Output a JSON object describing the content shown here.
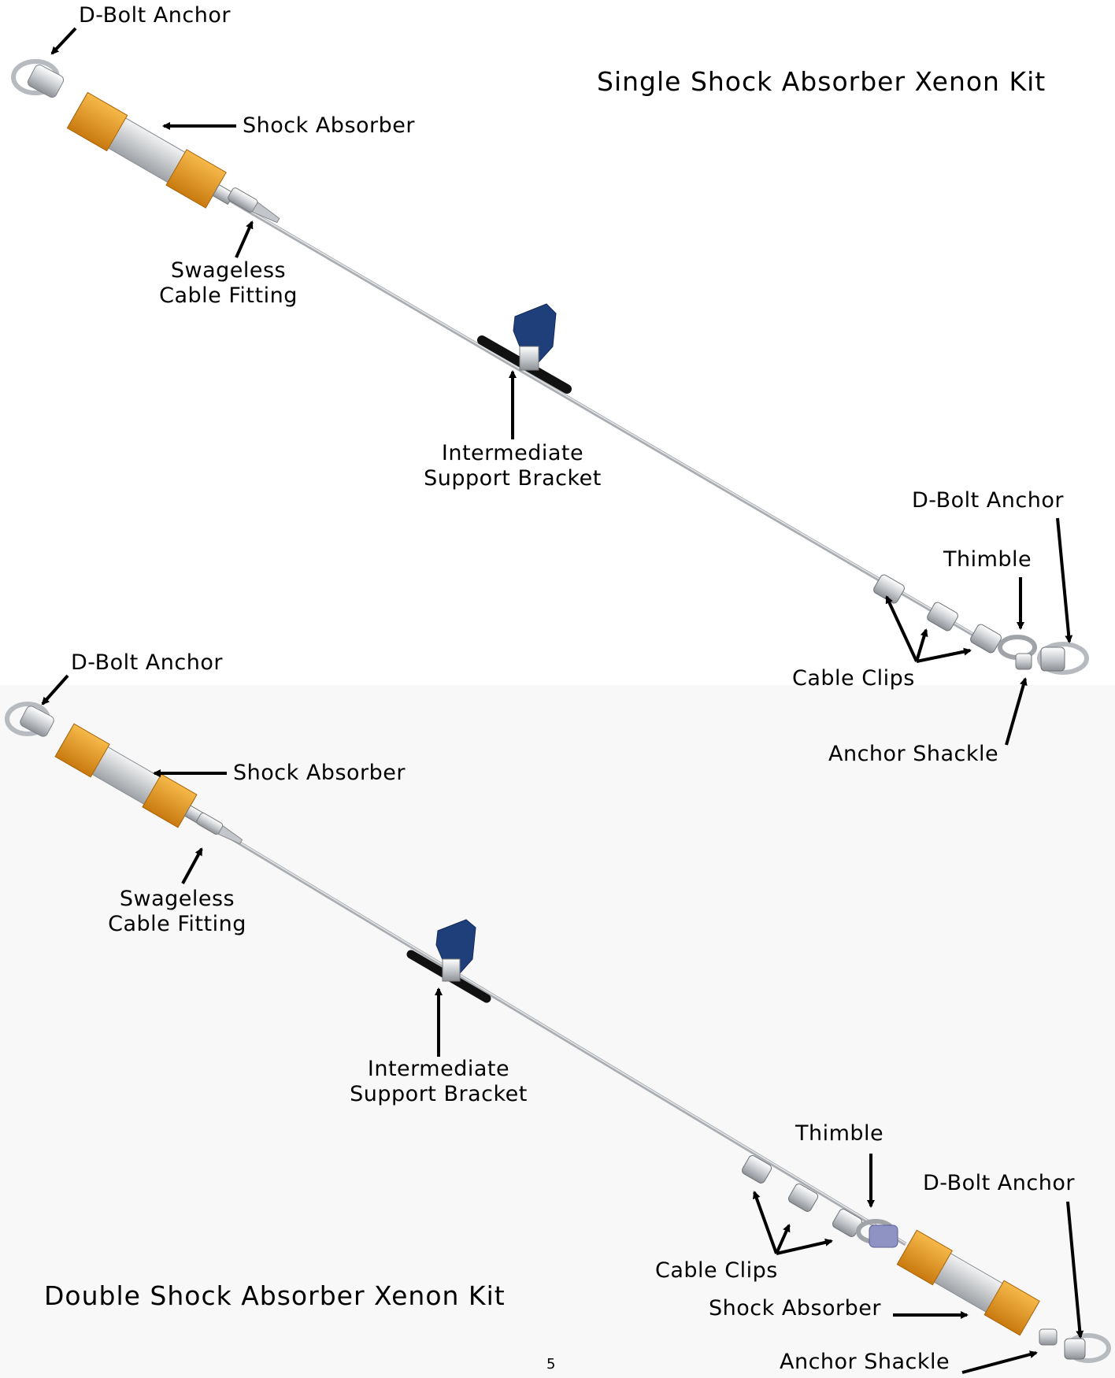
{
  "diagrams": [
    {
      "title": "Single Shock Absorber Xenon Kit",
      "labels": {
        "d_bolt_anchor_left": "D-Bolt Anchor",
        "shock_absorber": "Shock Absorber",
        "swageless_line1": "Swageless",
        "swageless_line2": "Cable Fitting",
        "bracket_line1": "Intermediate",
        "bracket_line2": "Support Bracket",
        "d_bolt_anchor_right": "D-Bolt Anchor",
        "thimble": "Thimble",
        "cable_clips": "Cable Clips",
        "anchor_shackle": "Anchor Shackle"
      }
    },
    {
      "title": "Double Shock Absorber Xenon Kit",
      "labels": {
        "d_bolt_anchor_left": "D-Bolt Anchor",
        "shock_absorber": "Shock Absorber",
        "swageless_line1": "Swageless",
        "swageless_line2": "Cable Fitting",
        "bracket_line1": "Intermediate",
        "bracket_line2": "Support Bracket",
        "thimble": "Thimble",
        "d_bolt_anchor_right": "D-Bolt Anchor",
        "cable_clips": "Cable Clips",
        "shock_absorber_right": "Shock Absorber",
        "anchor_shackle": "Anchor Shackle"
      }
    }
  ],
  "page_number": "5",
  "colors": {
    "absorber_orange": "#e8951c",
    "bracket_blue": "#1f3f7a",
    "cable_gray": "#a9adb1",
    "sleeve_black": "#111111"
  }
}
